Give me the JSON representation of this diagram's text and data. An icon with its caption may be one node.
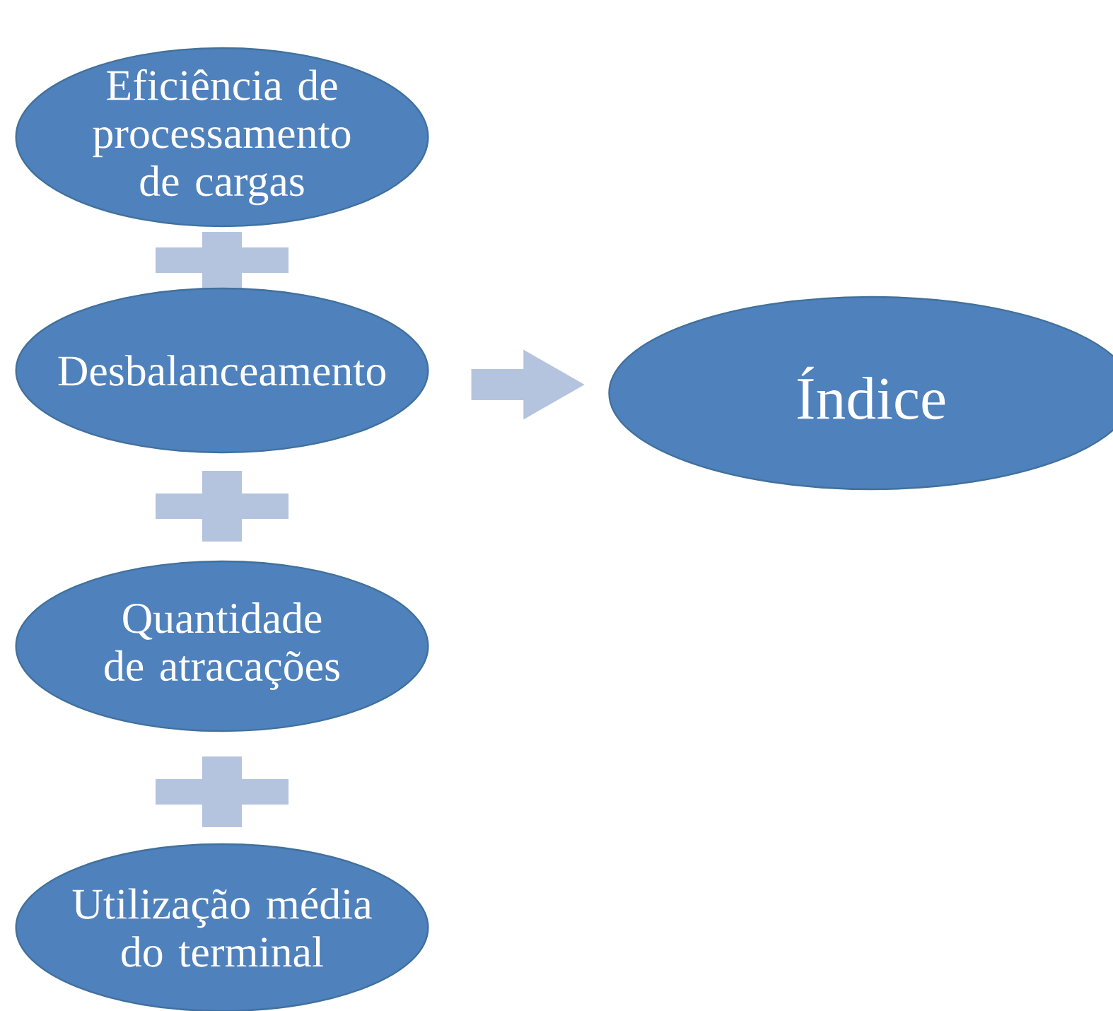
{
  "diagram": {
    "nodes": [
      {
        "text": [
          "Eficiência de processamento de cargas"
        ]
      },
      {
        "text": [],
        "shape": "plus"
      },
      {
        "text": [
          "Desbalanceamento"
        ]
      },
      {
        "text": [],
        "shape": "plus"
      },
      {
        "text": [
          "Quantidade de atracações"
        ]
      },
      {
        "text": [],
        "shape": "plus"
      },
      {
        "text": [
          "Utilização média do terminal"
        ]
      },
      {
        "text": [
          "Índice"
        ]
      }
    ],
    "edges": [
      {
        "from": 2,
        "to": 7,
        "arrow": "to"
      }
    ]
  }
}
